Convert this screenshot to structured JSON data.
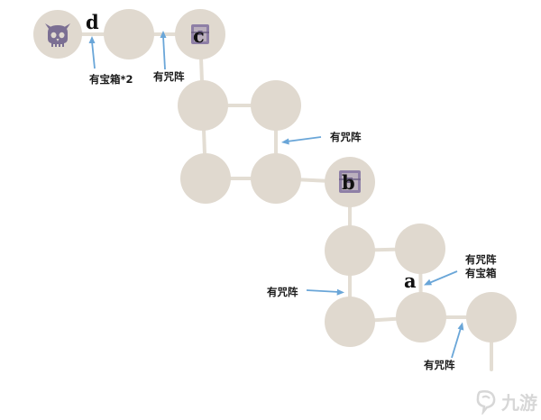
{
  "map": {
    "node_letters": {
      "a": "a",
      "b": "b",
      "c": "c",
      "d": "d"
    },
    "annotations": {
      "chest_x2": "有宝箱*2",
      "curse_top": "有咒阵",
      "curse_mid": "有咒阵",
      "curse_left": "有咒阵",
      "curse_chest_line1": "有咒阵",
      "curse_chest_line2": "有宝箱",
      "curse_bottom": "有咒阵"
    },
    "icons": {
      "boss": "demon-skull-icon",
      "chest": "treasure-chest-icon"
    },
    "colors": {
      "node": "#e0d9cf",
      "link": "#e3ddd3",
      "arrow": "#6aa6d8",
      "boss_icon": "#7b6f93",
      "chest_icon": "#8e7fa6"
    }
  },
  "watermark": {
    "text": "九游",
    "icon": "jiuyou-logo-icon"
  }
}
